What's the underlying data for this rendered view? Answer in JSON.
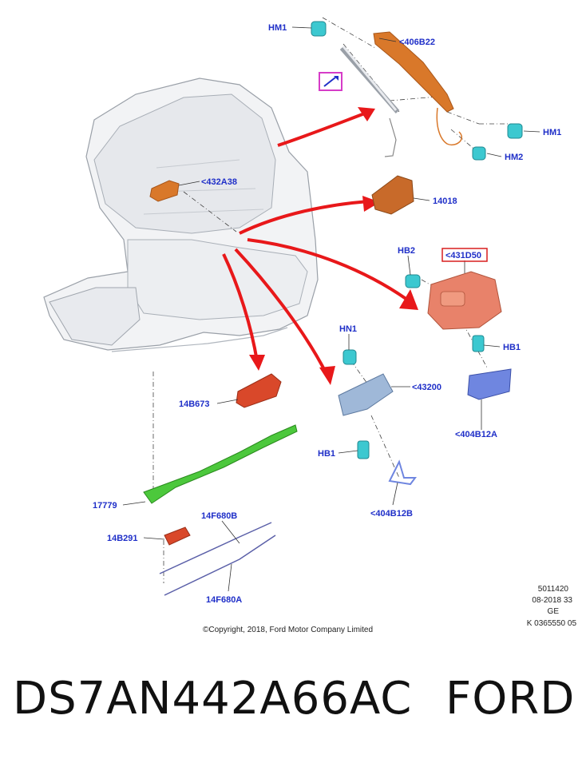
{
  "callouts": {
    "hm1_top": "HM1",
    "p406b22": "<406B22",
    "hm1_right": "HM1",
    "hm2": "HM2",
    "p432a38": "<432A38",
    "p14018": "14018",
    "hb2": "HB2",
    "p431d50": "<431D50",
    "hb1_right": "HB1",
    "hn1": "HN1",
    "p43200": "<43200",
    "p404b12a": "<404B12A",
    "p14b673": "14B673",
    "hb1_left": "HB1",
    "p404b12b": "<404B12B",
    "p17779": "17779",
    "p14f680b": "14F680B",
    "p14b291": "14B291",
    "p14f680a": "14F680A"
  },
  "meta": {
    "line1": "5011420",
    "line2": "08-2018 33",
    "line3": "GE",
    "line4": "K 0365550 05"
  },
  "copyright": "©Copyright, 2018, Ford Motor Company Limited",
  "footer": {
    "part_number": "DS7AN442A66AC",
    "brand": "FORD"
  },
  "colors": {
    "callout": "#1f2fc8",
    "arrow": "#e8181a",
    "highlight_box": "#d81e1e",
    "magenta_box": "#d63cc8",
    "orange_part": "#d9782a",
    "salmon_part": "#e8826a",
    "cyan_clip": "#3cc8d0",
    "blue_bracket": "#6f86e0",
    "green_reinforcement": "#4cc83c",
    "red_part": "#d9482a"
  }
}
